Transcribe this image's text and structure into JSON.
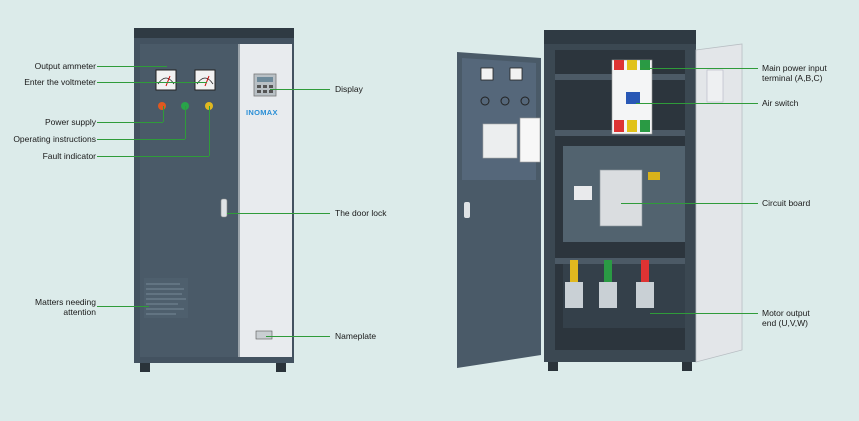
{
  "left_cabinet": {
    "brand": "INOMAX",
    "callouts_left": [
      "Output ammeter",
      "Enter the voltmeter",
      "Power supply",
      "Operating instructions",
      "Fault indicator",
      "Matters needing",
      "attention"
    ],
    "callouts_right": [
      "Display",
      "The door lock",
      "Nameplate"
    ]
  },
  "right_cabinet": {
    "callouts": [
      "Main power input",
      "terminal (A,B,C)",
      "Air switch",
      "Circuit board",
      "Motor output",
      "end (U,V,W)"
    ]
  },
  "colors": {
    "background": "#dcebea",
    "callout_line": "#2f9b3a",
    "cabinet_dark": "#3f4c57",
    "cabinet_light": "#e6e9ec",
    "brand": "#2a8fd6"
  }
}
